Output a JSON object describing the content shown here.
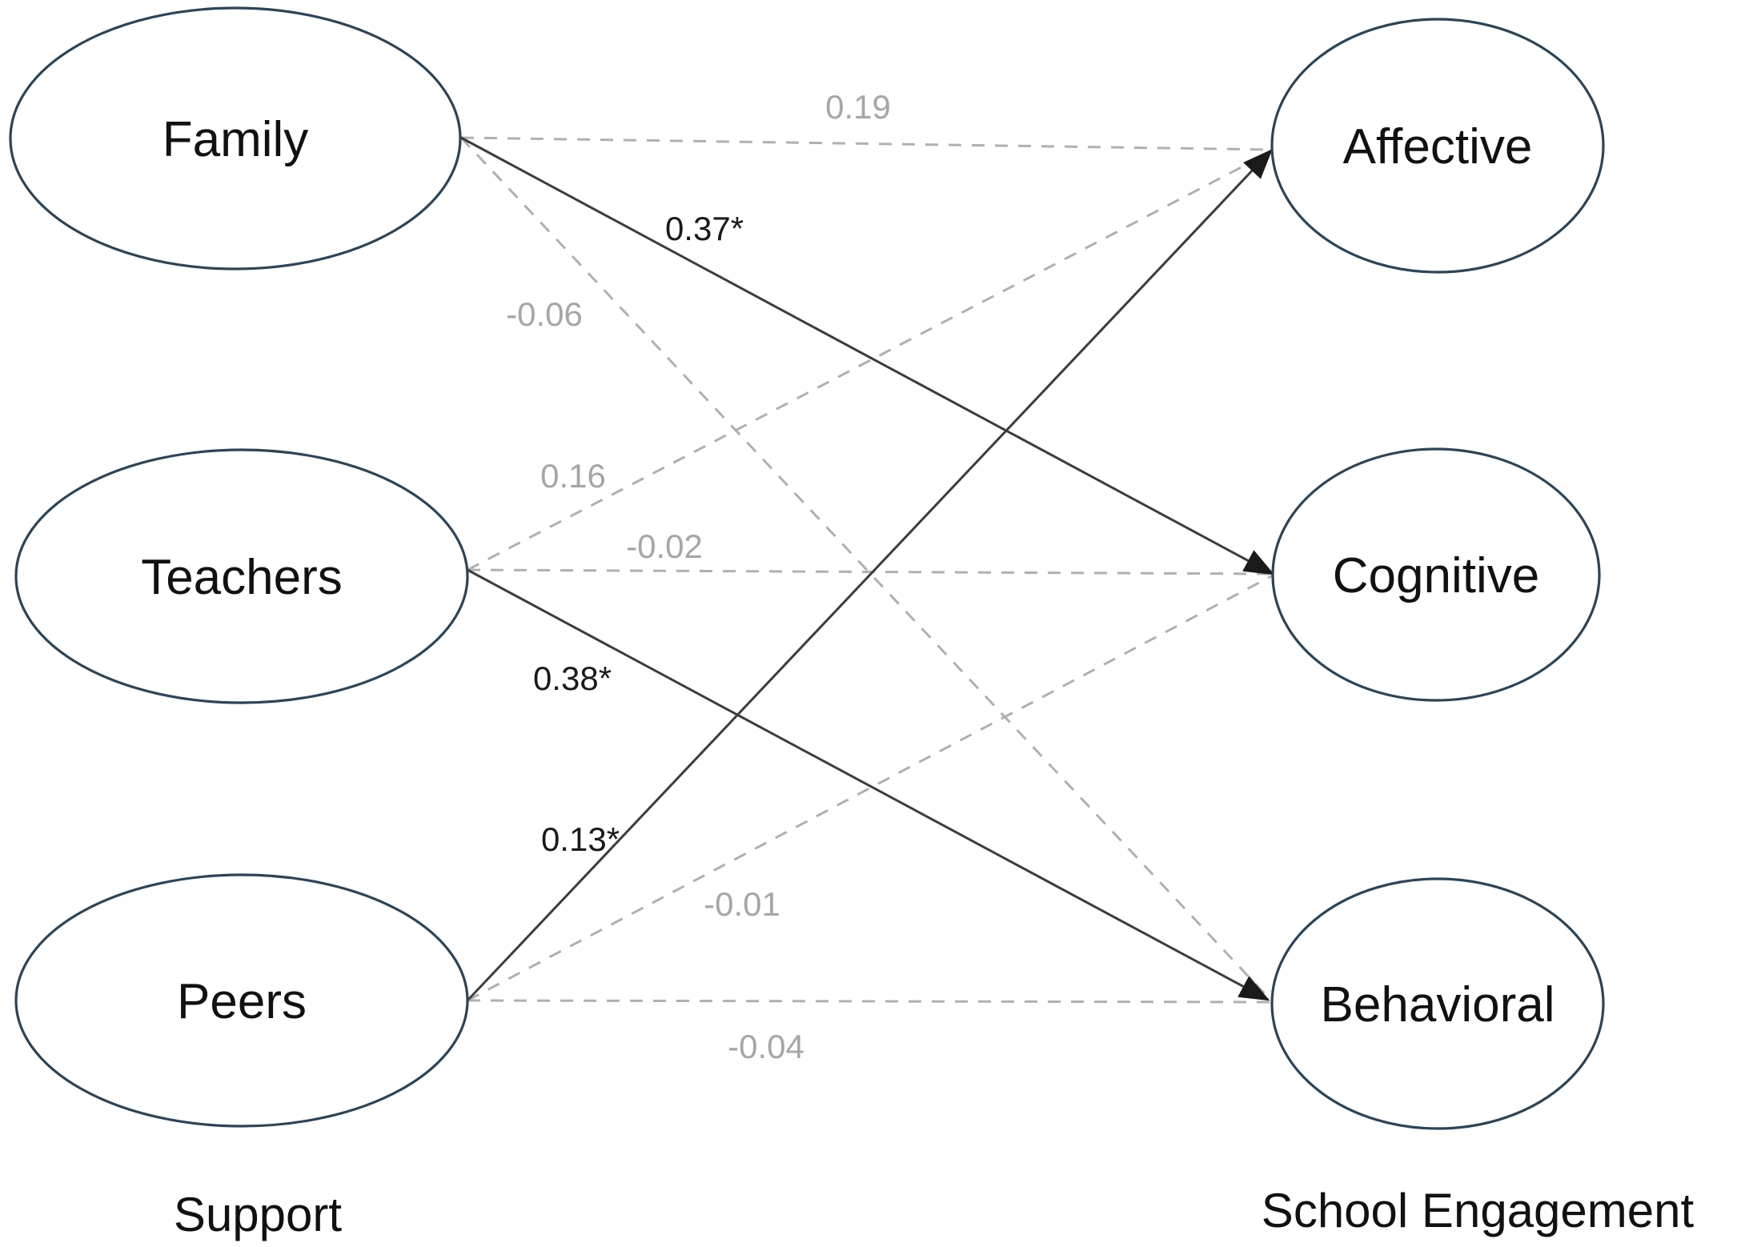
{
  "figure": {
    "left_group_label": "Support",
    "right_group_label": "School Engagement"
  },
  "nodes": {
    "family": {
      "label": "Family"
    },
    "teachers": {
      "label": "Teachers"
    },
    "peers": {
      "label": "Peers"
    },
    "affective": {
      "label": "Affective"
    },
    "cognitive": {
      "label": "Cognitive"
    },
    "behavioral": {
      "label": "Behavioral"
    }
  },
  "edges": [
    {
      "from": "Family",
      "to": "Affective",
      "label": "0.19",
      "coefficient": 0.19,
      "significant": false,
      "line_style": "dashed"
    },
    {
      "from": "Family",
      "to": "Cognitive",
      "label": "0.37*",
      "coefficient": 0.37,
      "significant": true,
      "line_style": "solid"
    },
    {
      "from": "Family",
      "to": "Behavioral",
      "label": "-0.06",
      "coefficient": -0.06,
      "significant": false,
      "line_style": "dashed"
    },
    {
      "from": "Teachers",
      "to": "Affective",
      "label": "0.16",
      "coefficient": 0.16,
      "significant": false,
      "line_style": "dashed"
    },
    {
      "from": "Teachers",
      "to": "Cognitive",
      "label": "-0.02",
      "coefficient": -0.02,
      "significant": false,
      "line_style": "dashed"
    },
    {
      "from": "Teachers",
      "to": "Behavioral",
      "label": "0.38*",
      "coefficient": 0.38,
      "significant": true,
      "line_style": "solid"
    },
    {
      "from": "Peers",
      "to": "Affective",
      "label": "0.13*",
      "coefficient": 0.13,
      "significant": true,
      "line_style": "solid"
    },
    {
      "from": "Peers",
      "to": "Cognitive",
      "label": "-0.01",
      "coefficient": -0.01,
      "significant": false,
      "line_style": "dashed"
    },
    {
      "from": "Peers",
      "to": "Behavioral",
      "label": "-0.04",
      "coefficient": -0.04,
      "significant": false,
      "line_style": "dashed"
    }
  ],
  "colors": {
    "background": "#ffffff",
    "node_stroke": "#2b4458",
    "solid_edge": "#3c3c3c",
    "dashed_edge": "#b0b0b0",
    "sig_label": "#1a1a1a",
    "ns_label": "#a6a6a6",
    "text": "#111111"
  }
}
